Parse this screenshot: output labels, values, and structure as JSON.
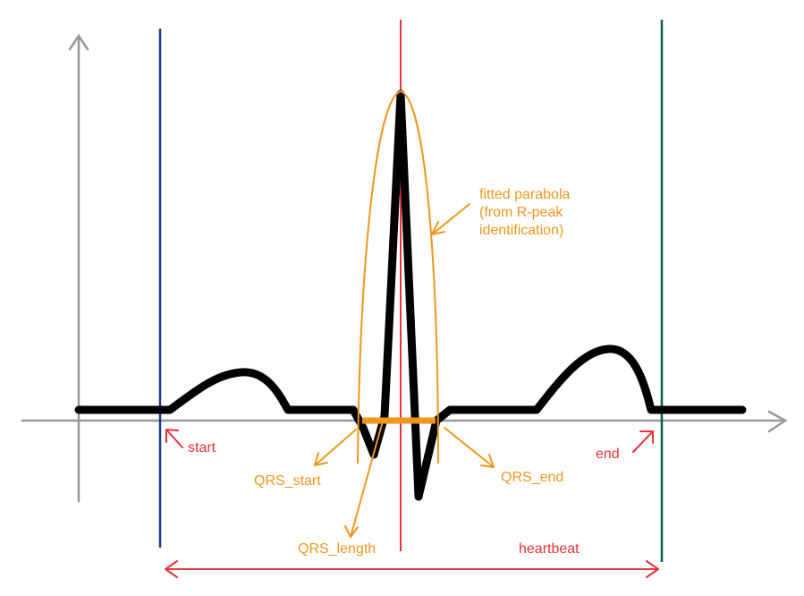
{
  "labels": {
    "fitted_parabola": [
      "fitted parabola",
      "(from R-peak",
      "identification)"
    ],
    "start": "start",
    "end": "end",
    "qrs_start": "QRS_start",
    "qrs_end": "QRS_end",
    "qrs_length": "QRS_length",
    "heartbeat": "heartbeat"
  },
  "colors": {
    "axis": "#999999",
    "signal": "#000000",
    "start_line": "#1a3a8c",
    "end_line": "#0f5e48",
    "r_peak_line": "#e6343c",
    "annotation_red": "#e6343c",
    "annotation_orange": "#f0961e"
  }
}
